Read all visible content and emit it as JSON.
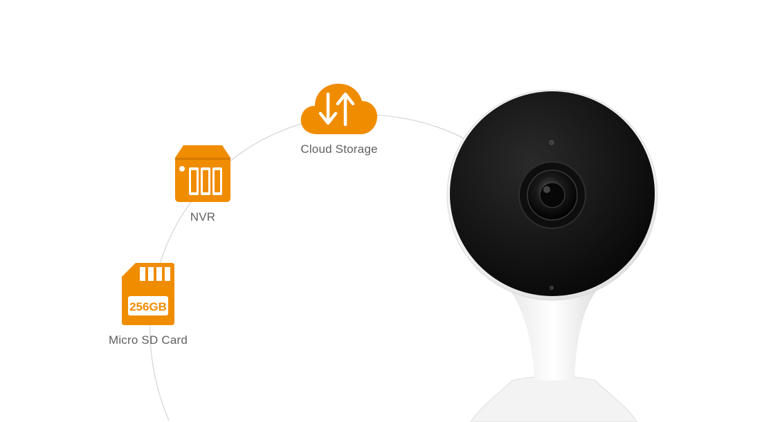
{
  "features": {
    "cloud": {
      "label": "Cloud Storage",
      "icon": "cloud-upload-download-icon"
    },
    "nvr": {
      "label": "NVR",
      "icon": "nvr-icon"
    },
    "sd": {
      "label": "Micro SD Card",
      "icon": "micro-sd-card-icon",
      "capacity": "256GB"
    }
  },
  "colors": {
    "accent": "#F08C00",
    "label": "#5F5F5F",
    "arc": "#D4D4D4",
    "camera_body": "#F2F2F2",
    "camera_face": "#111111"
  }
}
